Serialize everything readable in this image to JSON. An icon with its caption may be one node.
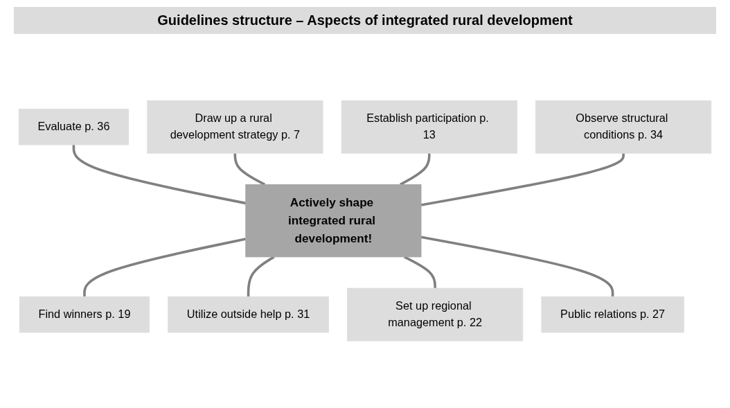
{
  "diagram": {
    "title": "Guidelines structure – Aspects of integrated rural development",
    "nodes": [
      {
        "text": [
          "Evaluate p. 36"
        ]
      },
      {
        "text": [
          "Draw up a rural development strategy p. 7"
        ]
      },
      {
        "text": [
          "Establish participation p. 13"
        ]
      },
      {
        "text": [
          "Actively shape integrated rural development!"
        ]
      },
      {
        "text": [
          "Observe structural conditions p. 34"
        ]
      },
      {
        "text": [
          "Find winners p. 19"
        ]
      },
      {
        "text": [
          "Utilize outside help p. 31"
        ]
      },
      {
        "text": [
          "Set up regional management p. 22"
        ]
      },
      {
        "text": [
          "Public relations p. 27"
        ]
      }
    ],
    "edges": [
      {
        "from": 0,
        "to": 3,
        "arrow": "none"
      },
      {
        "from": 1,
        "to": 3,
        "arrow": "none"
      },
      {
        "from": 2,
        "to": 3,
        "arrow": "none"
      },
      {
        "from": 4,
        "to": 3,
        "arrow": "none"
      },
      {
        "from": 3,
        "to": 5,
        "arrow": "none"
      },
      {
        "from": 3,
        "to": 6,
        "arrow": "none"
      },
      {
        "from": 3,
        "to": 7,
        "arrow": "none"
      },
      {
        "from": 3,
        "to": 8,
        "arrow": "none"
      }
    ]
  }
}
